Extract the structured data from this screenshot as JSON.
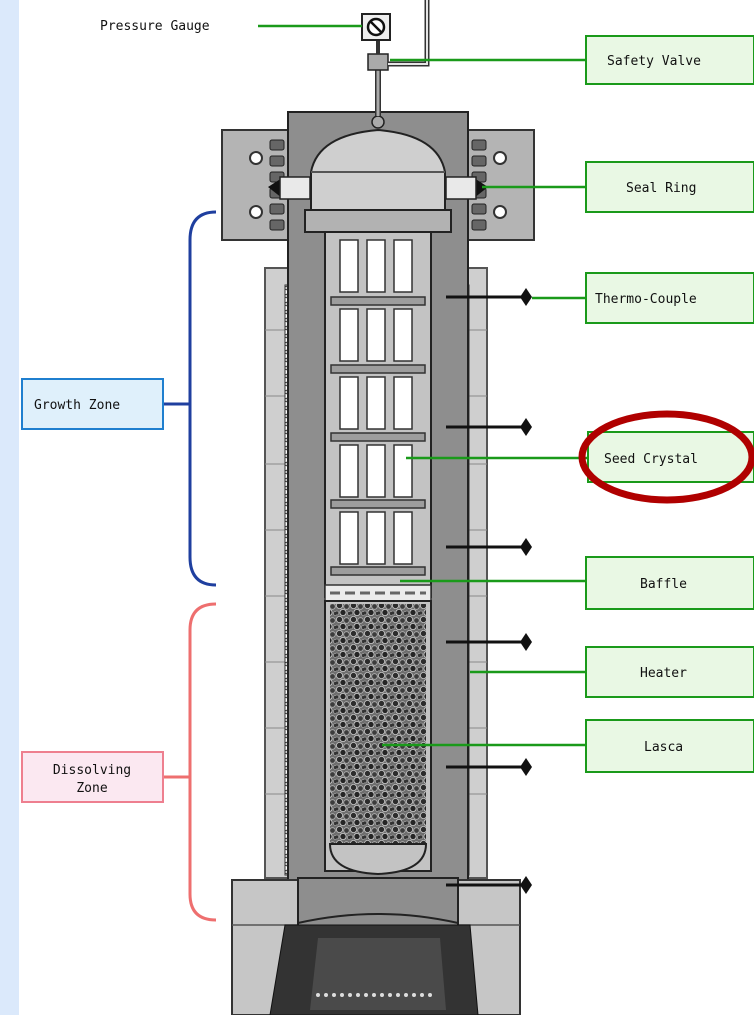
{
  "labels": {
    "pressure_gauge": "Pressure Gauge",
    "safety_valve": "Safety Valve",
    "seal_ring": "Seal Ring",
    "thermo_couple": "Thermo-Couple",
    "seed_crystal": "Seed Crystal",
    "baffle": "Baffle",
    "heater": "Heater",
    "lasca": "Lasca",
    "growth_zone": "Growth Zone",
    "dissolving_zone_line1": "Dissolving",
    "dissolving_zone_line2": "Zone"
  },
  "colors": {
    "background": "#dbe9fb",
    "panel": "#ffffff",
    "leader_line": "#1a9a1a",
    "callout_fill": "#e9f8e4",
    "growth_zone": "#1f3f9f",
    "growth_box_fill": "#dff0fb",
    "dissolving_zone": "#ee6f6f",
    "dissolving_box_fill": "#fbe8f1",
    "highlight_ring": "#b00000"
  }
}
